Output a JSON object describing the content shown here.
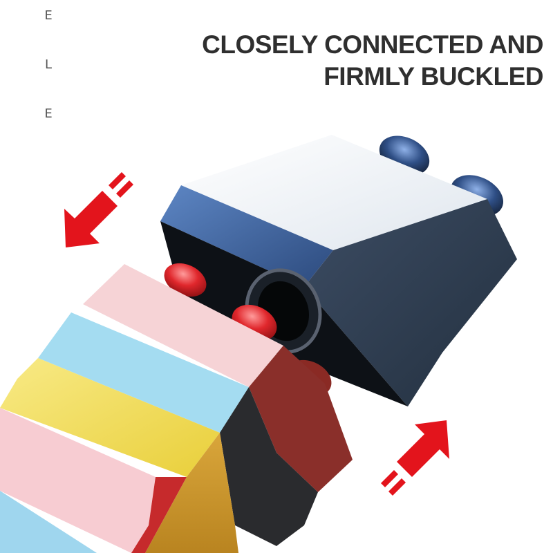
{
  "side_letters": [
    "E",
    "L",
    "E"
  ],
  "headline": {
    "line1": "CLOSELY CONNECTED AND",
    "line2": "FIRMLY BUCKLED"
  },
  "colors": {
    "arrow": "#e3141c",
    "headline_text": "#2f2f2f",
    "navy_block": "#2a3b52",
    "pink_block": "#f6cfd2",
    "red_block": "#c6262a",
    "blue_block": "#9fd8ee",
    "yellow_block": "#f5e16a",
    "dark_side": "#2b2b2e"
  }
}
